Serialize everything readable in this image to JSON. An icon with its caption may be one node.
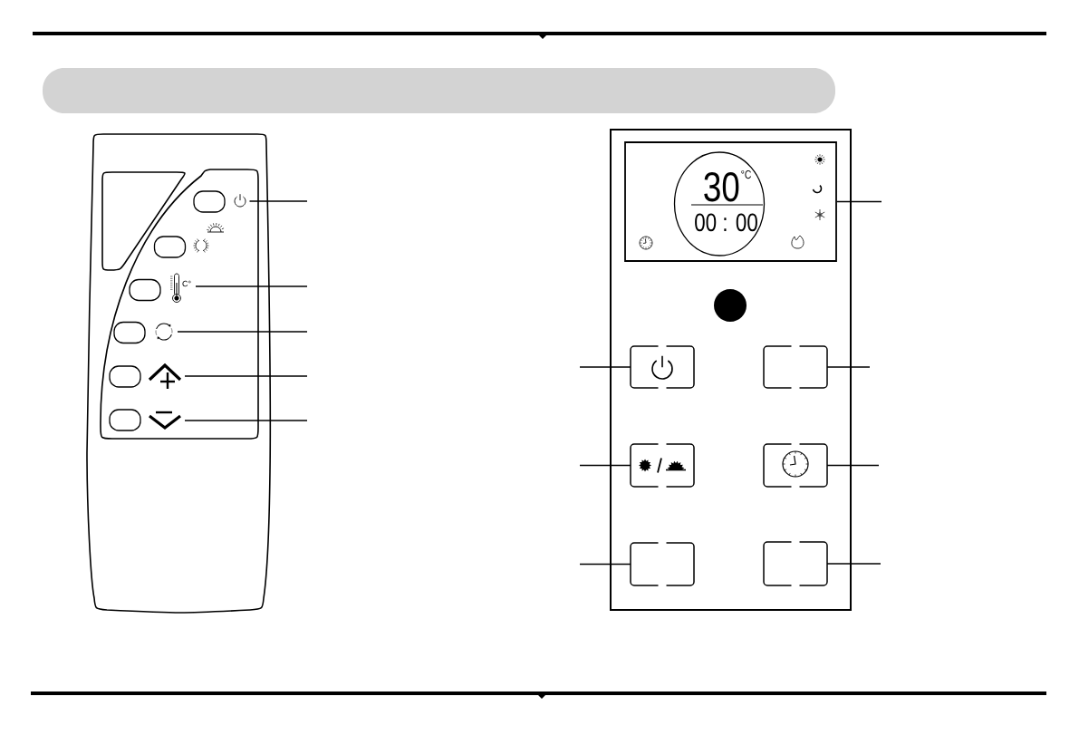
{
  "diagram": {
    "nodes": [
      {
        "text": [],
        "shape": "bar"
      },
      {
        "text": [],
        "shape": "picture"
      },
      {
        "text": [],
        "shape": "picture",
        "beside": [
          "C°"
        ]
      },
      {
        "text": [],
        "shape": "picture"
      },
      {
        "text": [],
        "shape": "picture"
      },
      {
        "text": [],
        "shape": "picture"
      },
      {
        "text": [],
        "shape": "box"
      },
      {
        "text": [
          "30",
          "°C",
          "00 : 00"
        ],
        "in": 6
      },
      {
        "text": [],
        "shape": "box"
      },
      {
        "text": [],
        "shape": "box"
      },
      {
        "text": [],
        "shape": "box"
      },
      {
        "text": [],
        "shape": "box"
      },
      {
        "text": [],
        "shape": "box"
      },
      {
        "text": [],
        "shape": "box"
      }
    ],
    "edges": [
      {
        "from": null,
        "to": 1,
        "arrow": "none"
      },
      {
        "from": null,
        "to": 2,
        "arrow": "none"
      },
      {
        "from": null,
        "to": 3,
        "arrow": "none"
      },
      {
        "from": null,
        "to": 4,
        "arrow": "none"
      },
      {
        "from": null,
        "to": 5,
        "arrow": "none"
      },
      {
        "from": null,
        "to": 6,
        "arrow": "none"
      },
      {
        "from": null,
        "to": 8,
        "arrow": "none"
      },
      {
        "from": null,
        "to": 9,
        "arrow": "none"
      },
      {
        "from": null,
        "to": 10,
        "arrow": "none"
      },
      {
        "from": null,
        "to": 11,
        "arrow": "none"
      },
      {
        "from": null,
        "to": 12,
        "arrow": "none"
      },
      {
        "from": null,
        "to": 13,
        "arrow": "none"
      }
    ]
  }
}
